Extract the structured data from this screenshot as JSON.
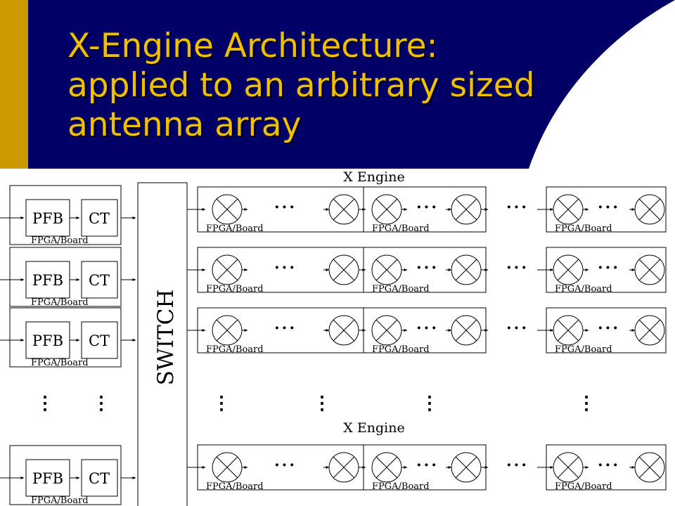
{
  "slide": {
    "title_lines": [
      "X-Engine Architecture:",
      "applied to an arbitrary sized",
      "antenna array"
    ],
    "colors": {
      "header_background": "#000066",
      "accent_strip": "#cc9900",
      "title_text": "#f0c000",
      "diagram_stroke": "#000000"
    }
  },
  "diagram": {
    "input_block": {
      "pfb_label": "PFB",
      "ct_label": "CT",
      "board_label": "FPGA/Board"
    },
    "switch_label": "SWITCH",
    "x_engine_label": "X Engine",
    "board_label": "FPGA/Board",
    "ellipsis_h": "···",
    "ellipsis_v": "⋮"
  }
}
